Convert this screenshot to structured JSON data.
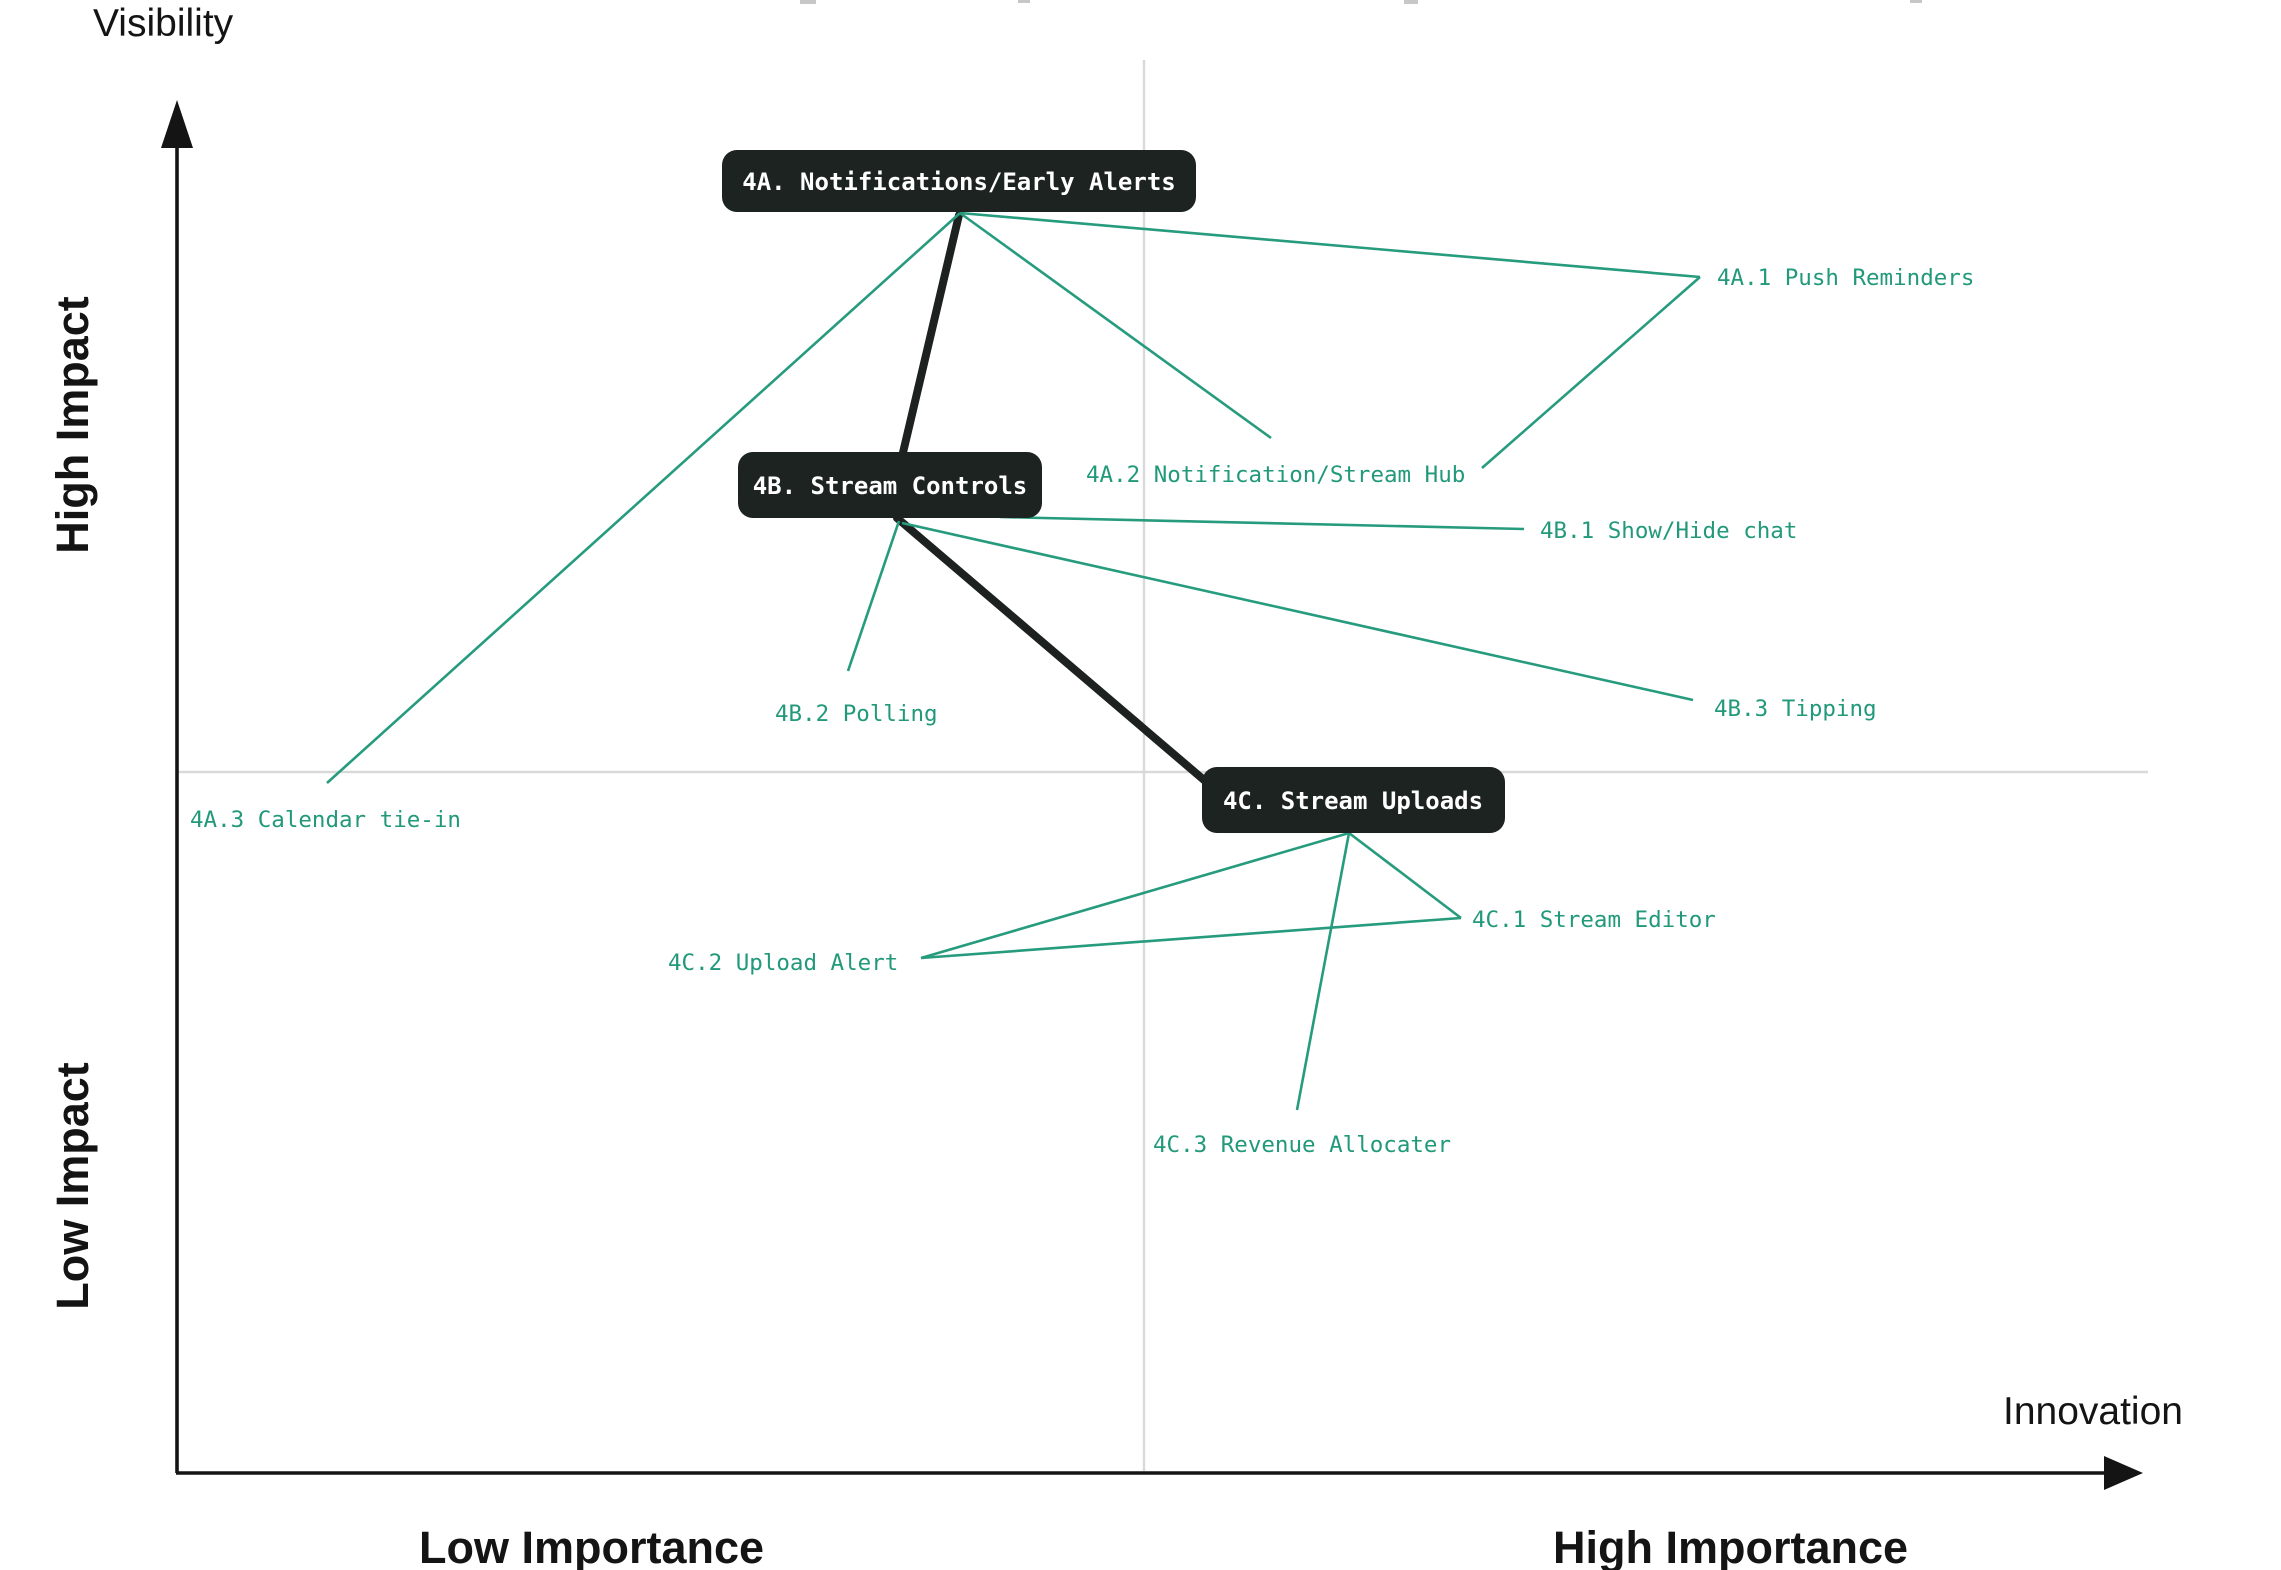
{
  "diagram": {
    "type": "impact-priority-quadrant-mindmap",
    "axis": {
      "y_title": "Visibility",
      "x_title": "Innovation",
      "y_high_label": "High Impact",
      "y_low_label": "Low Impact",
      "x_low_label": "Low Importance",
      "x_high_label": "High Importance"
    },
    "groups": [
      {
        "id": "4A",
        "label": "4A. Notifications/Early Alerts"
      },
      {
        "id": "4B",
        "label": "4B. Stream Controls"
      },
      {
        "id": "4C",
        "label": "4C. Stream Uploads"
      }
    ],
    "features": [
      {
        "id": "4A.1",
        "label": "4A.1 Push Reminders"
      },
      {
        "id": "4A.2",
        "label": "4A.2 Notification/Stream Hub"
      },
      {
        "id": "4A.3",
        "label": "4A.3 Calendar tie-in"
      },
      {
        "id": "4B.1",
        "label": "4B.1 Show/Hide chat"
      },
      {
        "id": "4B.2",
        "label": "4B.2 Polling"
      },
      {
        "id": "4B.3",
        "label": "4B.3 Tipping"
      },
      {
        "id": "4C.1",
        "label": "4C.1 Stream Editor"
      },
      {
        "id": "4C.2",
        "label": "4C.2 Upload Alert"
      },
      {
        "id": "4C.3",
        "label": "4C.3 Revenue Allocater"
      }
    ],
    "connections": [
      {
        "from": "4A",
        "to": "4B",
        "style": "thick-black"
      },
      {
        "from": "4B",
        "to": "4C",
        "style": "thick-black"
      },
      {
        "from": "4A",
        "to": "4A.1",
        "style": "teal"
      },
      {
        "from": "4A",
        "to": "4A.2",
        "style": "teal"
      },
      {
        "from": "4A",
        "to": "4A.3",
        "style": "teal"
      },
      {
        "from": "4A.2",
        "to": "4A.1",
        "style": "teal"
      },
      {
        "from": "4B",
        "to": "4B.1",
        "style": "teal"
      },
      {
        "from": "4B",
        "to": "4B.2",
        "style": "teal"
      },
      {
        "from": "4B",
        "to": "4B.3",
        "style": "teal"
      },
      {
        "from": "4C",
        "to": "4C.1",
        "style": "teal"
      },
      {
        "from": "4C",
        "to": "4C.2",
        "style": "teal"
      },
      {
        "from": "4C",
        "to": "4C.3",
        "style": "teal"
      },
      {
        "from": "4C.2",
        "to": "4C.1",
        "style": "teal"
      }
    ],
    "colors": {
      "accent": "#21997a",
      "node_bg": "#1d2321",
      "node_text": "#ffffff",
      "grid": "#d9d9d9",
      "axis": "#141414"
    }
  }
}
